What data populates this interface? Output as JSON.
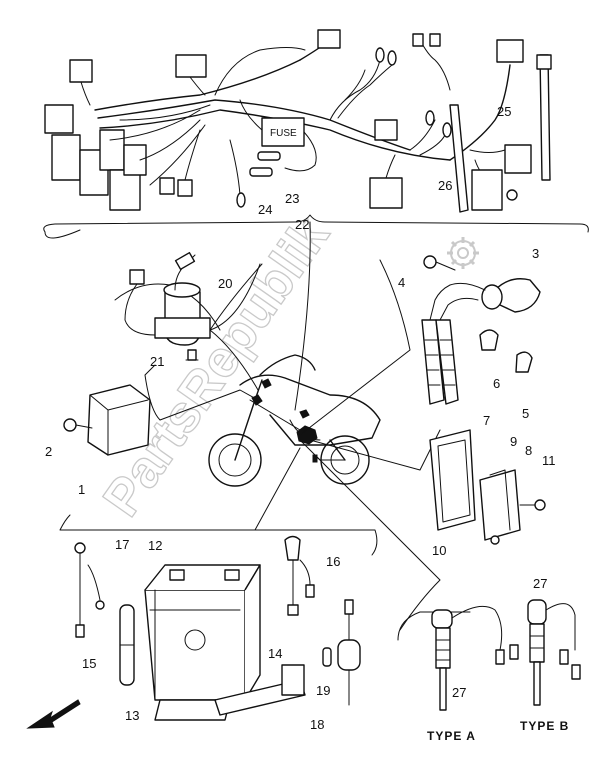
{
  "watermark": "PartsRepublik",
  "labels": {
    "p1": "1",
    "p2": "2",
    "p3": "3",
    "p4": "4",
    "p5": "5",
    "p6": "6",
    "p7": "7",
    "p8": "8",
    "p9": "9",
    "p10": "10",
    "p11": "11",
    "p12": "12",
    "p13": "13",
    "p14": "14",
    "p15": "15",
    "p16": "16",
    "p17": "17",
    "p18": "18",
    "p19": "19",
    "p20": "20",
    "p21": "21",
    "p22": "22",
    "p23": "23",
    "p24": "24",
    "p25": "25",
    "p26": "26",
    "p27a": "27",
    "p27b": "27"
  },
  "fuse_text": "FUSE",
  "type_a": "TYPE A",
  "type_b": "TYPE B"
}
